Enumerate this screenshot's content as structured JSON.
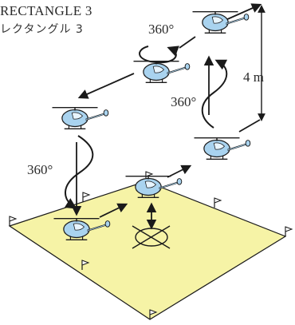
{
  "header": {
    "title": "RECTANGLE 3",
    "subtitle": "レクタングル 3"
  },
  "labels": {
    "rotation_top": "360°",
    "rotation_right": "360°",
    "rotation_left": "360°",
    "height": "4 m"
  },
  "colors": {
    "pad": "#f6f3a6",
    "helicopter": "#a9d3ef",
    "helicopter_outline": "#1a1a1a",
    "line": "#1a1a1a"
  },
  "icons": [
    "helicopter-icon",
    "landing-target-icon",
    "flag-icon",
    "rotation-arrow-icon"
  ]
}
